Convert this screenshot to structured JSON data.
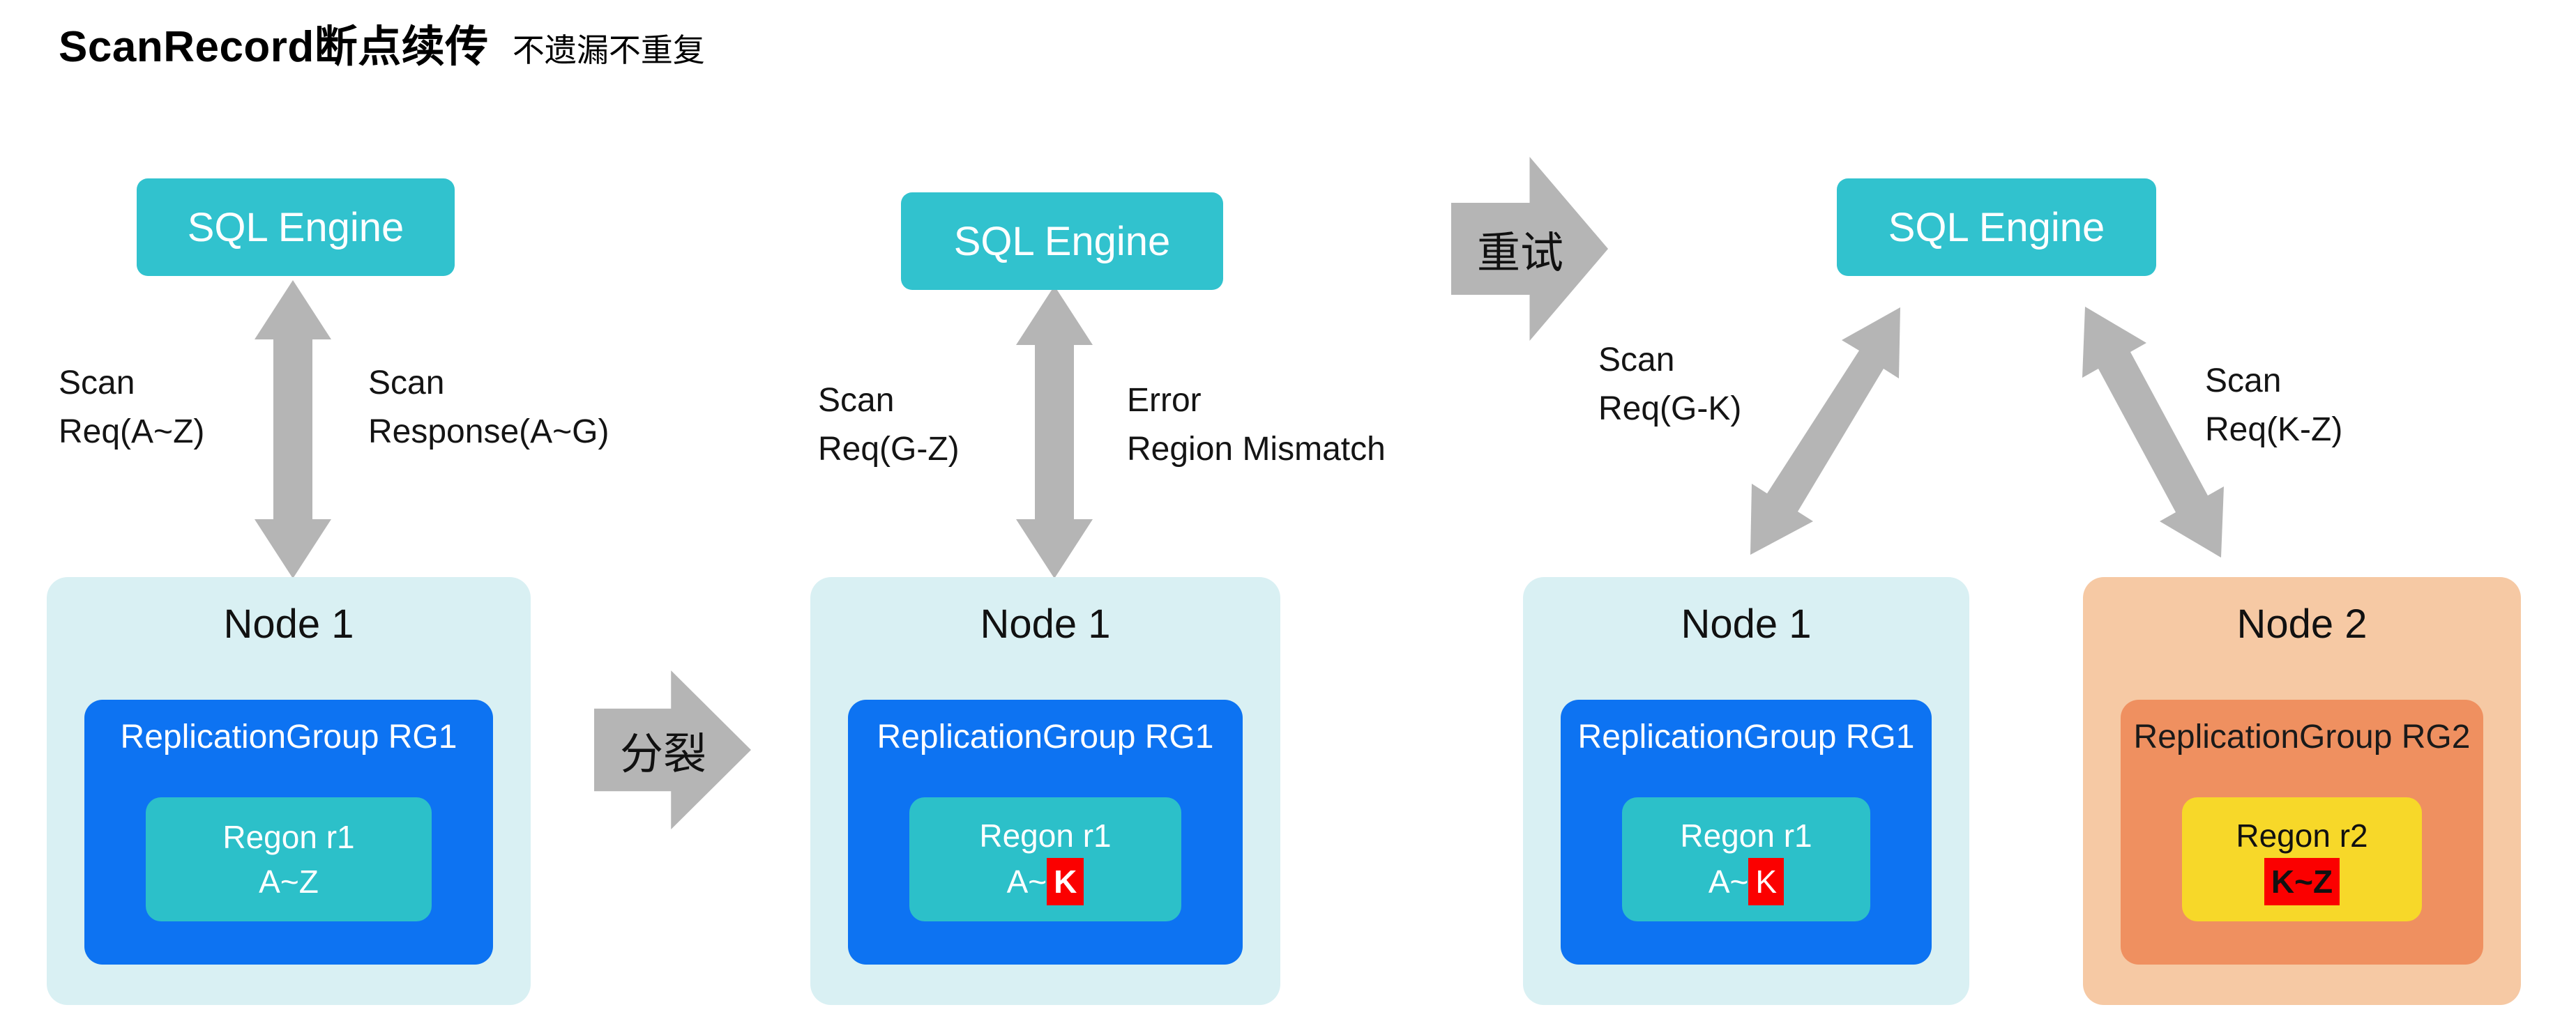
{
  "title": {
    "main": "ScanRecord断点续传",
    "sub": "不遗漏不重复"
  },
  "sql_engines": {
    "s1": "SQL Engine",
    "s2": "SQL Engine",
    "s3": "SQL Engine"
  },
  "flow_arrows": {
    "split": "分裂",
    "retry": "重试"
  },
  "connector_labels": {
    "s1_left": [
      "Scan",
      "Req(A~Z)"
    ],
    "s1_right": [
      "Scan",
      "Response(A~G)"
    ],
    "s2_left": [
      "Scan",
      "Req(G-Z)"
    ],
    "s2_right": [
      "Error",
      "Region Mismatch"
    ],
    "s3_left": [
      "Scan",
      "Req(G-K)"
    ],
    "s3_right": [
      "Scan",
      "Req(K-Z)"
    ]
  },
  "nodes": [
    {
      "title": "Node 1",
      "rg_label": "ReplicationGroup RG1",
      "region_label": "Regon r1",
      "range": {
        "prefix": "A~Z",
        "highlight": ""
      }
    },
    {
      "title": "Node 1",
      "rg_label": "ReplicationGroup RG1",
      "region_label": "Regon r1",
      "range": {
        "prefix": "A~",
        "highlight": "K"
      }
    },
    {
      "title": "Node 1",
      "rg_label": "ReplicationGroup RG1",
      "region_label": "Regon r1",
      "range": {
        "prefix": "A~",
        "highlight": "K"
      }
    },
    {
      "title": "Node 2",
      "rg_label": "ReplicationGroup RG2",
      "region_label": "Regon r2",
      "range": {
        "prefix": "",
        "highlight": "K~Z"
      }
    }
  ],
  "colors": {
    "sql_teal": "#31c2ce",
    "node_cyan": "#d9f0f3",
    "rg_blue": "#0d73f2",
    "region_teal": "#2cc0c9",
    "node_peach": "#f6c9a4",
    "rg_orange": "#ef9060",
    "region_yellow": "#f7d829",
    "arrow_gray": "#b5b5b5",
    "highlight_red": "#fb0000",
    "text_black": "#111111"
  }
}
